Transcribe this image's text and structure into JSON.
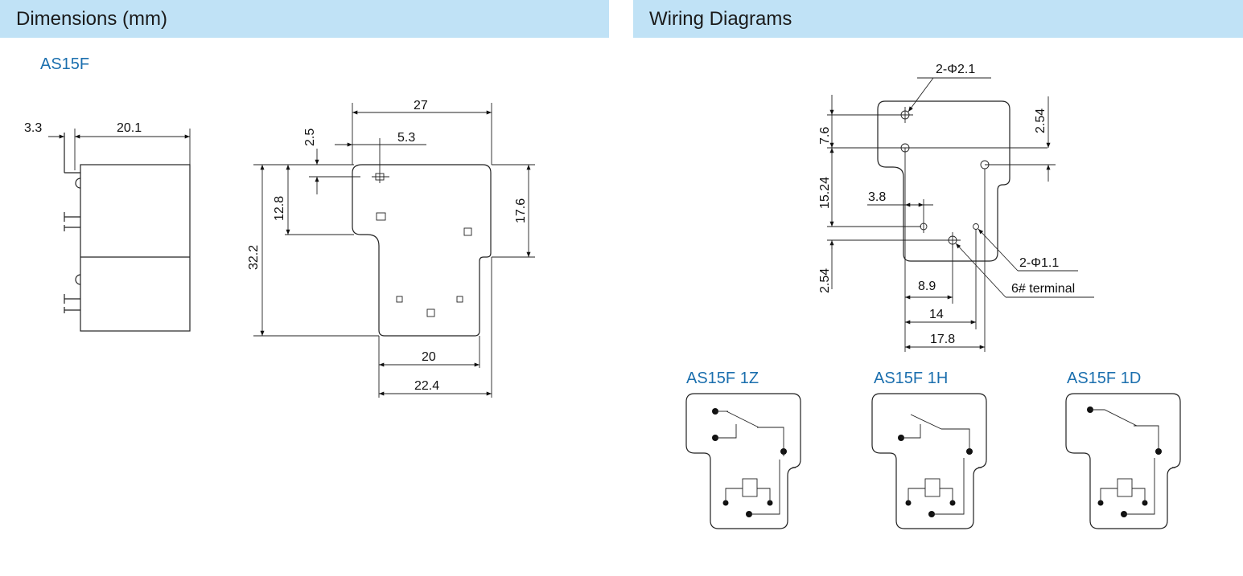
{
  "headers": {
    "left": "Dimensions (mm)",
    "right": "Wiring Diagrams"
  },
  "model": "AS15F",
  "dimensions": {
    "side": {
      "d1": "3.3",
      "d2": "20.1"
    },
    "top": {
      "d27": "27",
      "d25": "2.5",
      "d53": "5.3",
      "d128": "12.8",
      "d322": "32.2",
      "d176": "17.6",
      "d20": "20",
      "d224": "22.4"
    }
  },
  "pcb": {
    "hole_big": "2-Φ2.1",
    "hole_small": "2-Φ1.1",
    "terminal": "6# terminal",
    "d76": "7.6",
    "d254a": "2.54",
    "d1524": "15.24",
    "d38": "3.8",
    "d254b": "2.54",
    "d89": "8.9",
    "d14": "14",
    "d178": "17.8"
  },
  "variants": [
    "AS15F 1Z",
    "AS15F 1H",
    "AS15F 1D"
  ],
  "colors": {
    "header_bg": "#c0e2f6",
    "accent": "#1b6fae"
  }
}
